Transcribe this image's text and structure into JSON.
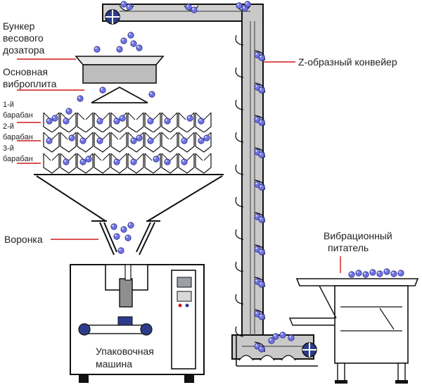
{
  "labels": {
    "hopper": [
      "Бункер",
      "весового",
      "дозатора"
    ],
    "vibroplate": [
      "Основная",
      "виброплита"
    ],
    "drum1": [
      "1-й",
      "барабан"
    ],
    "drum2": [
      "2-й",
      "барабан"
    ],
    "drum3": [
      "3-й",
      "барабан"
    ],
    "funnel": "Воронка",
    "conveyor": "Z-образный конвейер",
    "feeder": [
      "Вибрационный",
      "питатель"
    ],
    "packer": [
      "Упаковочная",
      "машина"
    ]
  },
  "colors": {
    "leader": "#d11a1a",
    "ball": "#6f74e6",
    "ball_stroke": "#2f2f8a",
    "outline": "#111111",
    "conveyor_fill": "#c9c9c9",
    "hopper_fill": "#bdbdbd",
    "drive_fill": "#2d3c8a",
    "panel_fill": "#9aa0a6"
  },
  "icons": {
    "drive": "drive-wheel-icon",
    "product": "ball-icon",
    "bucket": "bucket-icon"
  }
}
